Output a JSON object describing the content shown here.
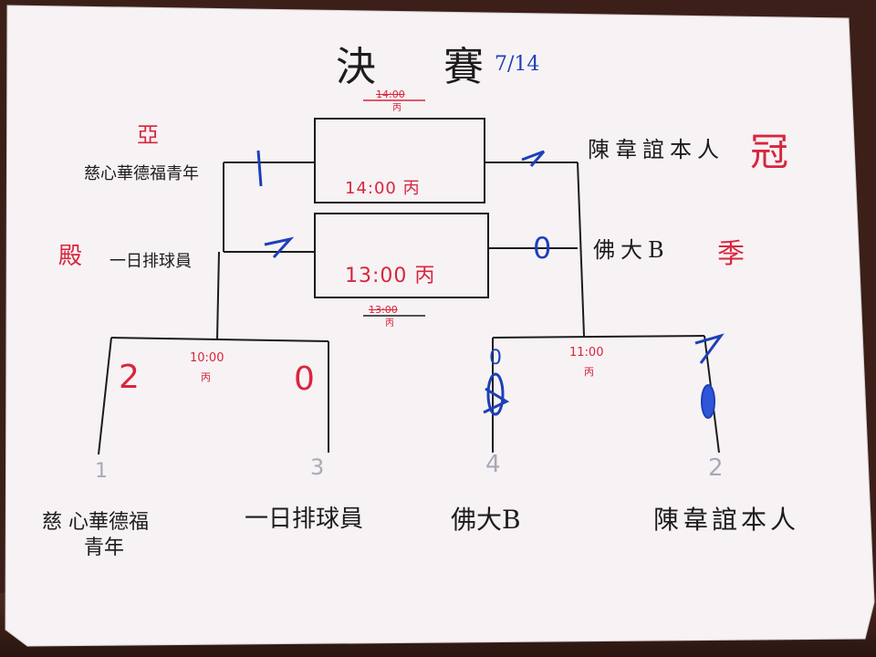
{
  "title": "決 賽",
  "date": "7/14",
  "teams": {
    "t1": "慈心華德福青年",
    "t2": "一日排球員",
    "t3": "佛大B",
    "t4": "陳韋誼本人"
  },
  "bottom_labels": {
    "t1_line1": "慈 心華德福",
    "t1_line2": "青年",
    "t2": "一日排球員",
    "t3": "佛大B",
    "t4": "陳韋誼本人"
  },
  "seeds": {
    "s1": "1",
    "s3": "3",
    "s4": "4",
    "s2": "2"
  },
  "semifinal_left": {
    "time": "10:00",
    "court": "丙",
    "score_left": "2",
    "score_right": "0"
  },
  "semifinal_right": {
    "time": "11:00",
    "court": "丙",
    "score_left": "0",
    "score_right": "2"
  },
  "final_top": {
    "time": "14:00 丙",
    "old": "14:00",
    "old_court": "丙",
    "score_left": "1",
    "score_right": "2"
  },
  "final_mid": {
    "time": "13:00 丙",
    "old": "13:00",
    "old_court": "丙",
    "score_left": "2",
    "score_right": "0"
  },
  "placements": {
    "champion": "冠",
    "runner_up": "亞",
    "third": "季",
    "fourth": "殿"
  }
}
